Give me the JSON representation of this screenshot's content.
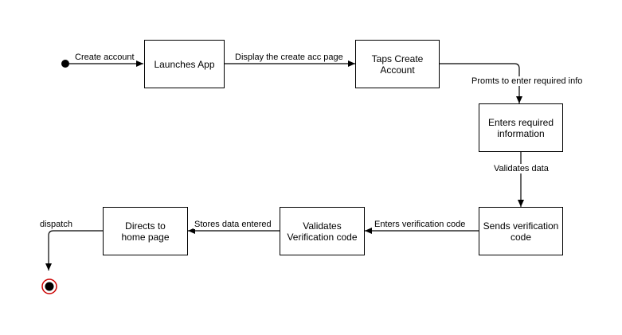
{
  "diagram": {
    "nodes": {
      "launches_app": "Launches App",
      "taps_create_account": "Taps Create Account",
      "enters_required_information": "Enters required information",
      "sends_verification_code": "Sends verification code",
      "validates_verification_code": "Validates Verification code",
      "directs_to_home_page": "Directs to home page"
    },
    "edges": {
      "create_account": "Create account",
      "display_create_acc_page": "Display the create acc page",
      "promts_to_enter_required_info": "Promts to enter required info",
      "validates_data": "Validates data",
      "enters_verification_code": "Enters verification code",
      "stores_data_entered": "Stores data entered",
      "dispatch": "dispatch"
    },
    "colors": {
      "line": "#000000",
      "end_state_ring": "#cc0000"
    }
  }
}
